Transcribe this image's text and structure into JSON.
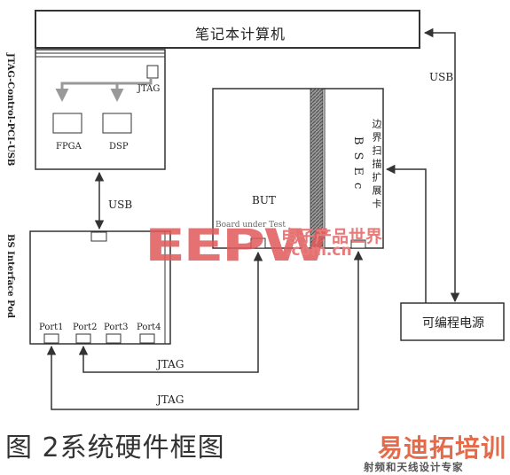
{
  "laptop": {
    "title": "笔记本计算机"
  },
  "control_card": {
    "label": "JTAG-Control-PCI-USB",
    "jtag_port": "JTAG",
    "fpga": "FPGA",
    "dsp": "DSP"
  },
  "links": {
    "usb_right": "USB",
    "usb_mid": "USB",
    "jtag_upper": "JTAG",
    "jtag_lower": "JTAG"
  },
  "interface_pod": {
    "label": "BS Interface Pod",
    "ports": [
      "Port1",
      "Port2",
      "Port3",
      "Port4"
    ]
  },
  "bse": {
    "but": "BUT",
    "board_text": "Board under Test",
    "bse_letters": "BSEc",
    "expansion_card": "边界扫描扩展卡"
  },
  "power": {
    "label": "可编程电源"
  },
  "caption": "图 2系统硬件框图",
  "watermarks": {
    "logo": "EEPW",
    "cn": "电子产品世界",
    "url": ".com.cn",
    "brand": "易迪拓培训",
    "brand_sub": "射频和天线设计专家"
  },
  "colors": {
    "line": "#333333",
    "arrow_gray": "#999999",
    "hatch": "#7a7a7a",
    "watermark_red": "#e05a5a"
  }
}
